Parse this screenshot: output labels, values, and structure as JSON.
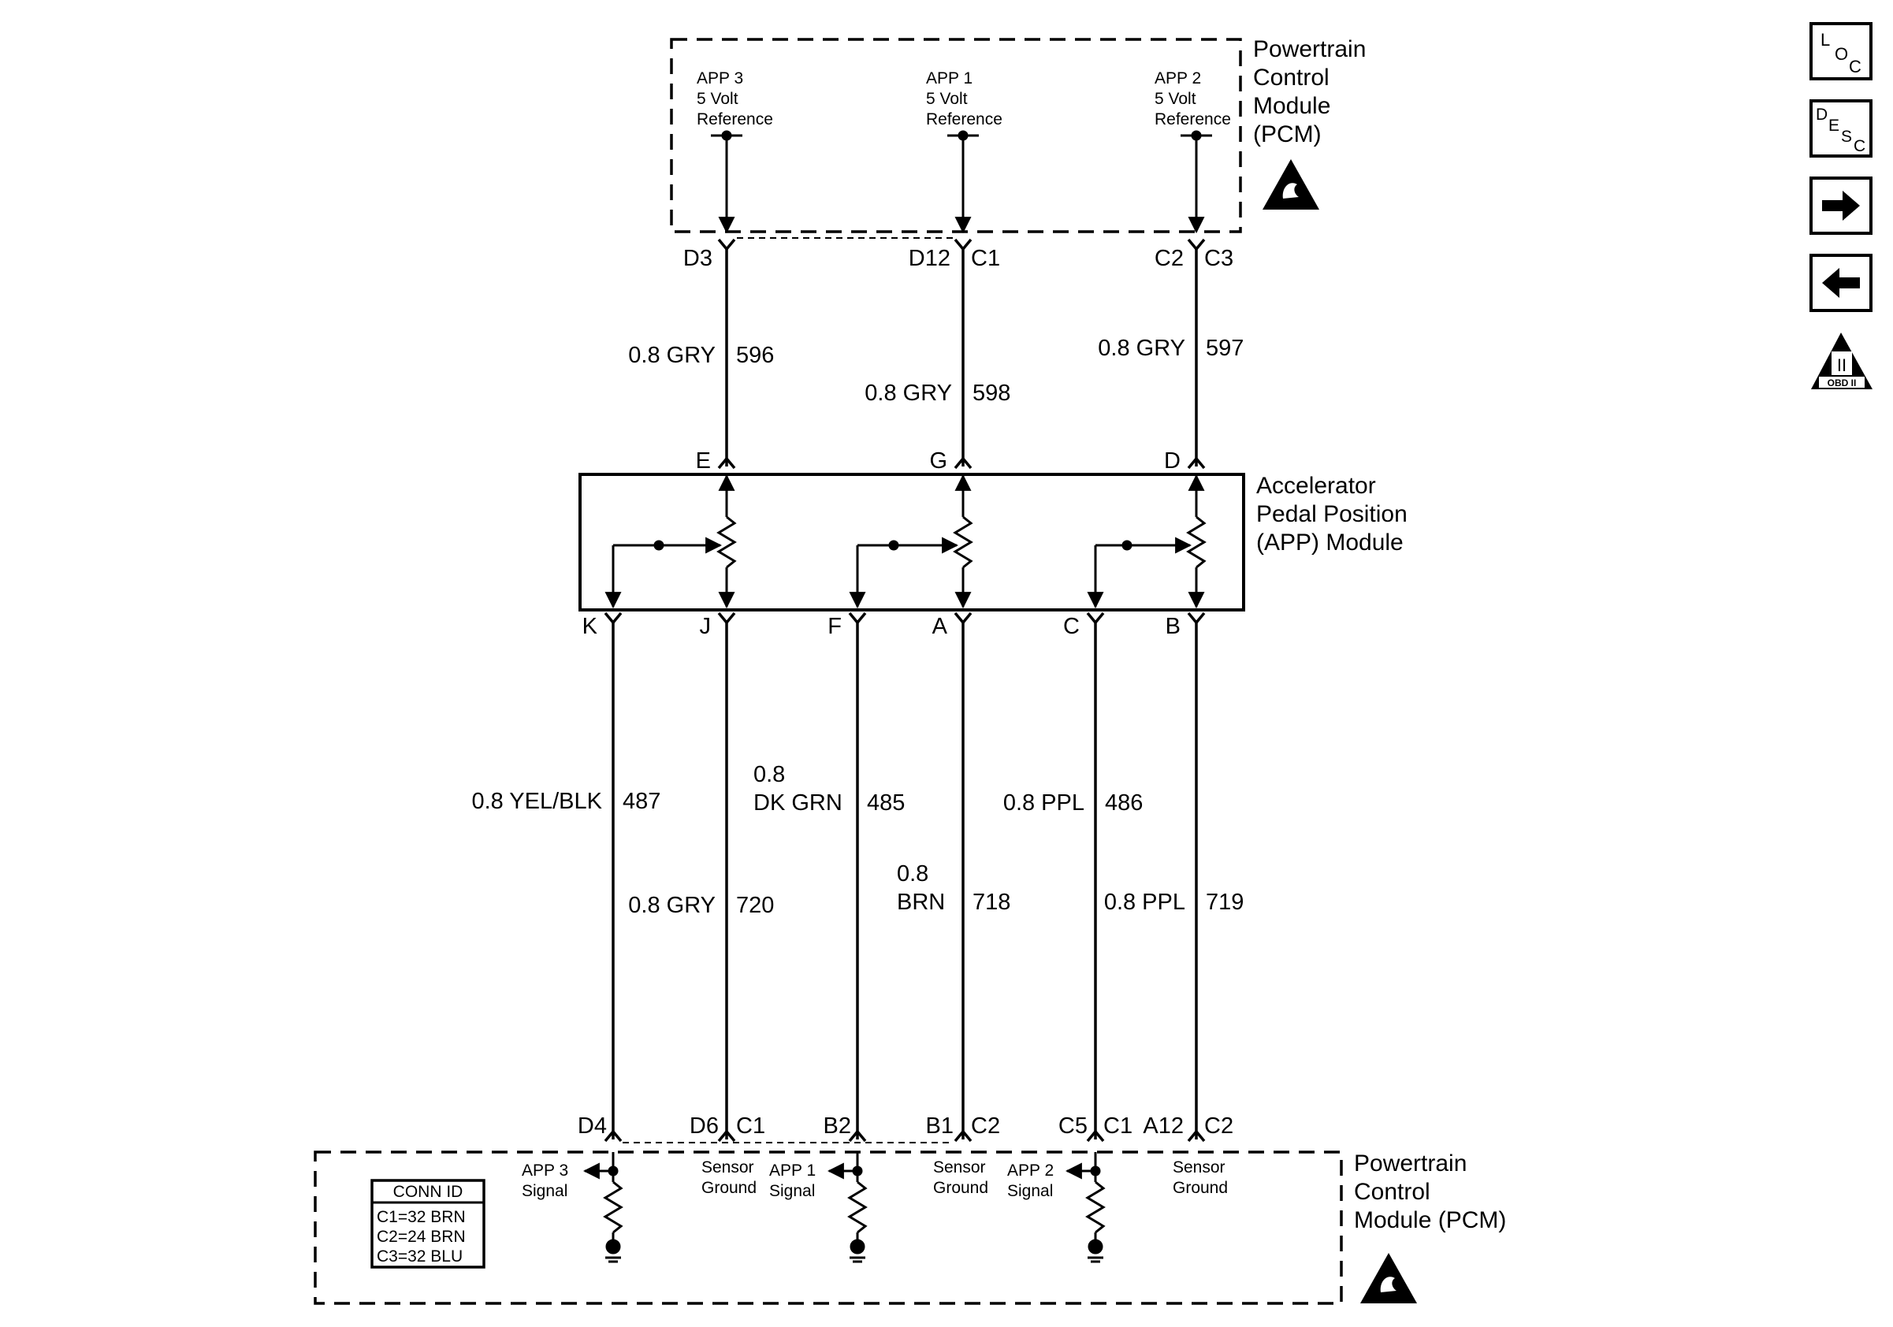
{
  "pcm_top": {
    "title_lines": [
      "Powertrain",
      "Control",
      "Module",
      "(PCM)"
    ],
    "pins": [
      {
        "lines": [
          "APP 3",
          "5 Volt",
          "Reference"
        ]
      },
      {
        "lines": [
          "APP 1",
          "5 Volt",
          "Reference"
        ]
      },
      {
        "lines": [
          "APP 2",
          "5 Volt",
          "Reference"
        ]
      }
    ],
    "terminals": [
      {
        "left": "D3",
        "right": ""
      },
      {
        "left": "D12",
        "right": "C1"
      },
      {
        "left": "C2",
        "right": "C3"
      }
    ]
  },
  "top_wires": [
    {
      "gauge_color": "0.8 GRY",
      "circuit": "596"
    },
    {
      "gauge_color": "0.8 GRY",
      "circuit": "598"
    },
    {
      "gauge_color": "0.8 GRY",
      "circuit": "597"
    }
  ],
  "app_module": {
    "title_lines": [
      "Accelerator",
      "Pedal Position",
      "(APP) Module"
    ],
    "top_terminals": [
      "E",
      "G",
      "D"
    ],
    "bottom_terminals": [
      "K",
      "J",
      "F",
      "A",
      "C",
      "B"
    ]
  },
  "bottom_wires": [
    {
      "gauge_color": [
        "0.8 YEL/BLK"
      ],
      "circuit": "487"
    },
    {
      "gauge_color": [
        "0.8 GRY"
      ],
      "circuit": "720"
    },
    {
      "gauge_color": [
        "0.8",
        "DK GRN"
      ],
      "circuit": "485"
    },
    {
      "gauge_color": [
        "0.8",
        "BRN"
      ],
      "circuit": "718"
    },
    {
      "gauge_color": [
        "0.8 PPL"
      ],
      "circuit": "486"
    },
    {
      "gauge_color": [
        "0.8 PPL"
      ],
      "circuit": "719"
    }
  ],
  "pcm_bottom": {
    "title_lines": [
      "Powertrain",
      "Control",
      "Module (PCM)"
    ],
    "terminals": [
      {
        "left": "D4",
        "right": ""
      },
      {
        "left": "D6",
        "right": "C1"
      },
      {
        "left": "B2",
        "right": ""
      },
      {
        "left": "B1",
        "right": "C2"
      },
      {
        "left": "C5",
        "right": "C1"
      },
      {
        "left": "A12",
        "right": "C2"
      }
    ],
    "signals": [
      {
        "lines": [
          "APP 3",
          "Signal"
        ]
      },
      {
        "lines": [
          "APP 1",
          "Signal"
        ]
      },
      {
        "lines": [
          "APP 2",
          "Signal"
        ]
      }
    ],
    "grounds": [
      {
        "lines": [
          "Sensor",
          "Ground"
        ]
      },
      {
        "lines": [
          "Sensor",
          "Ground"
        ]
      },
      {
        "lines": [
          "Sensor",
          "Ground"
        ]
      }
    ],
    "conn_id": {
      "header": "CONN ID",
      "rows": [
        "C1=32 BRN",
        "C2=24 BRN",
        "C3=32 BLU"
      ]
    }
  },
  "nav": {
    "loc_letters": [
      "L",
      "O",
      "C"
    ],
    "desc_letters": [
      "D",
      "E",
      "S",
      "C"
    ],
    "obd_icon_numeral": "II",
    "obd_icon_text": "OBD II"
  },
  "icons": {
    "esd": "esd-warning-icon",
    "forward": "arrow-right-icon",
    "back": "arrow-left-icon",
    "obd": "obd-ii-icon"
  }
}
